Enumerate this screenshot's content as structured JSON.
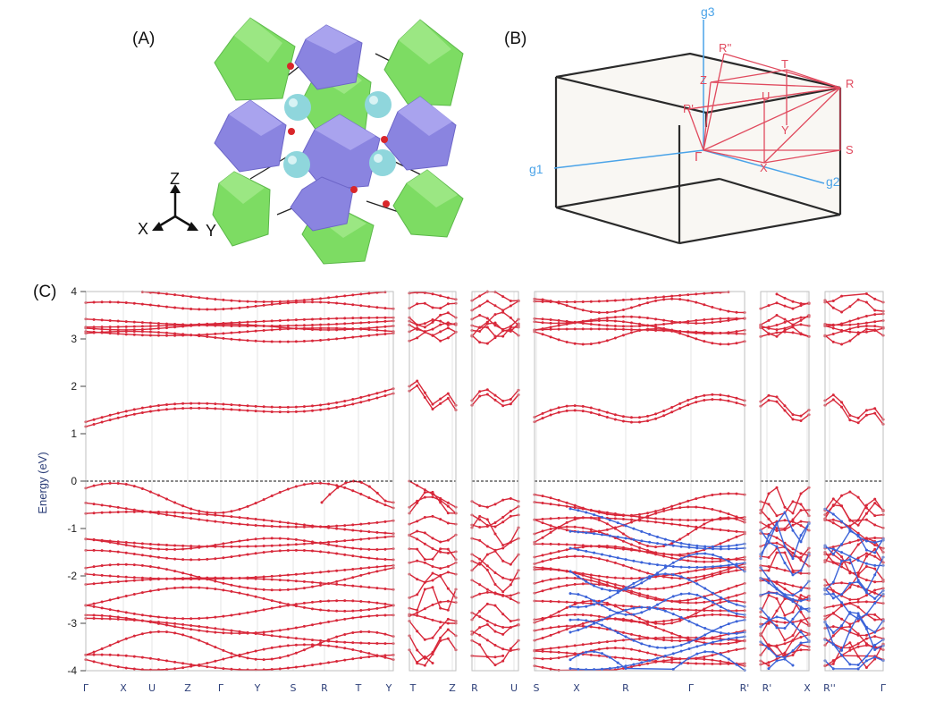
{
  "panels": {
    "a": {
      "label": "(A)",
      "axes": [
        "Z",
        "X",
        "Y"
      ]
    },
    "b": {
      "label": "(B)",
      "vectors": [
        "g1",
        "g2",
        "g3"
      ],
      "points": [
        "R''",
        "Z",
        "T",
        "U",
        "R",
        "R'",
        "Y",
        "Γ",
        "S",
        "X"
      ]
    },
    "c": {
      "label": "(C)"
    }
  },
  "chart_data": {
    "type": "line",
    "ylabel": "Energy (eV)",
    "ylim": [
      -4,
      4
    ],
    "yticks": [
      "4",
      "3",
      "2",
      "1",
      "0",
      "-1",
      "-2",
      "-3",
      "-4"
    ],
    "fermi_level": 0,
    "kpath": [
      "Γ",
      "X",
      "U",
      "Z",
      "Γ",
      "Y",
      "S",
      "R",
      "T",
      "Y",
      "T",
      "Z",
      "R",
      "U",
      "S",
      "X",
      "R",
      "Γ",
      "R'",
      "R'",
      "X",
      "R''",
      "Γ"
    ],
    "colors": {
      "band": "#d8283a",
      "band_alt": "#3a62d8",
      "frame": "#222222",
      "grid": "#e6e6e6"
    },
    "segments": [
      {
        "from": "Γ",
        "to": "Y"
      },
      {
        "from": "T",
        "to": "Z"
      },
      {
        "from": "R",
        "to": "U"
      },
      {
        "from": "S",
        "to": "R'"
      },
      {
        "from": "R'",
        "to": "X"
      },
      {
        "from": "R''",
        "to": "Γ"
      }
    ]
  }
}
